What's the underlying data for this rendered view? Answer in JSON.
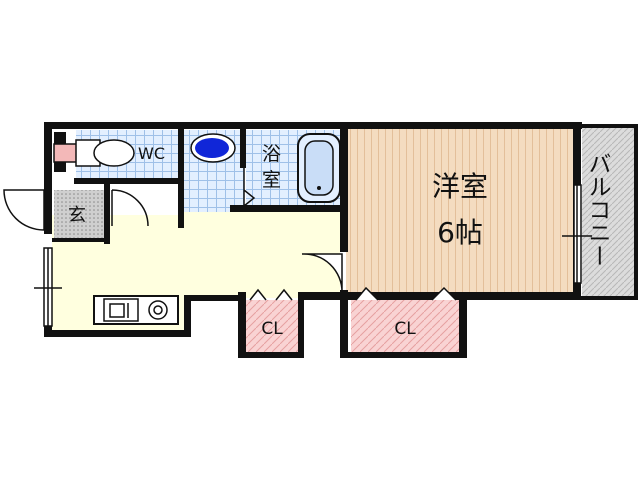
{
  "rooms": {
    "western_room": {
      "name": "洋室",
      "size": "6帖"
    },
    "balcony": {
      "label": "バルコニー"
    },
    "wc": {
      "label": "WC"
    },
    "bath": {
      "label_line1": "浴",
      "label_line2": "室"
    },
    "entrance": {
      "label": "玄"
    },
    "closet_left": {
      "label": "CL"
    },
    "closet_right": {
      "label": "CL"
    }
  },
  "colors": {
    "wall": "#111111",
    "western_room_floor": "#f4dcc0",
    "western_room_lines": "#e3bf9a",
    "ldk_floor": "#ffffdf",
    "closet_fill": "#f9d3d3",
    "closet_lines": "#e6a0a0",
    "tile_fill": "#e3efff",
    "tile_lines": "#9fc0e8",
    "balcony_fill": "#dcdcdc",
    "balcony_lines": "#b8b8b8",
    "entrance_fill": "#cfcfcf",
    "toilet_water": "#1026d8"
  },
  "icons": [
    "toilet-icon",
    "washbasin-icon",
    "bathtub-icon",
    "sink-icon",
    "gas-burner-icon"
  ]
}
